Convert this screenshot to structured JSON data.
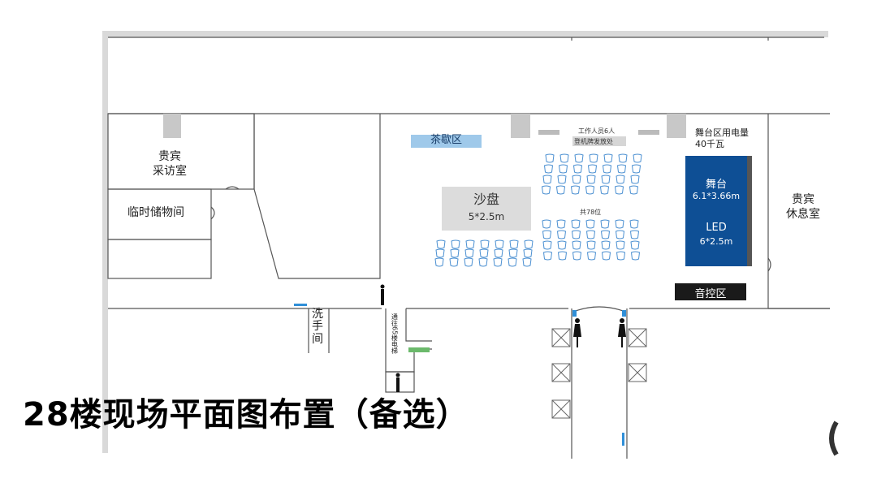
{
  "title": "28楼现场平面图布置（备选）",
  "rooms": {
    "vip_interview": "贵宾\n采访室",
    "temp_storage": "临时储物间",
    "vip_lounge": "贵宾\n休息室",
    "washroom": "洗\n手\n间",
    "elevator_note": "通往65楼电梯"
  },
  "areas": {
    "tea_break": "茶歇区",
    "sand_table": {
      "name": "沙盘",
      "size": "5*2.5m"
    },
    "staff": "工作人员6人",
    "badge_desk": "登机牌发放处",
    "stage_power": "舞台区用电量\n40千瓦",
    "stage": {
      "name": "舞台",
      "size": "6.1*3.66m"
    },
    "led": {
      "name": "LED",
      "size": "6*2.5m"
    },
    "sound_control": "音控区",
    "seat_count": "共78位"
  },
  "colors": {
    "stage_blue": "#0e4f95",
    "tea_blue": "#9fc9ea",
    "sand_gray": "#dcdcdc",
    "wall_gray": "#c8c8c8",
    "chair_blue": "#4a8fd1",
    "control_dark": "#1a1a1a"
  }
}
